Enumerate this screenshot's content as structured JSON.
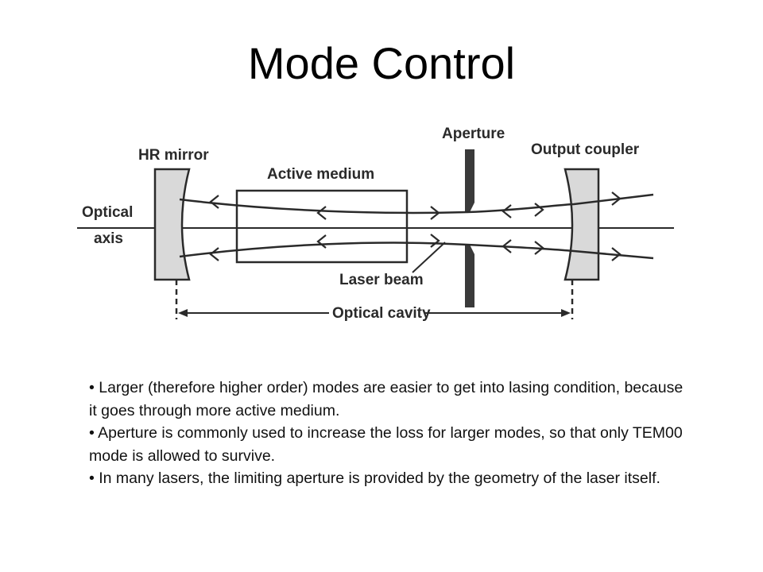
{
  "slide": {
    "title": "Mode Control",
    "bullets": [
      "• Larger (therefore higher order) modes are easier to get into lasing condition, because it goes through more active medium.",
      "• Aperture is commonly used to increase the loss for larger modes, so that only TEM00 mode is allowed to survive.",
      "• In many lasers, the limiting aperture is provided by the geometry of the laser itself."
    ]
  },
  "diagram": {
    "labels": {
      "hr_mirror": "HR mirror",
      "active_medium": "Active medium",
      "aperture": "Aperture",
      "output_coupler": "Output coupler",
      "optical": "Optical",
      "axis": "axis",
      "laser_beam": "Laser beam",
      "optical_cavity": "Optical cavity"
    },
    "colors": {
      "mirror_fill": "#d9d9d9",
      "aperture_fill": "#3a3a3a",
      "line": "#2a2a2a"
    }
  }
}
